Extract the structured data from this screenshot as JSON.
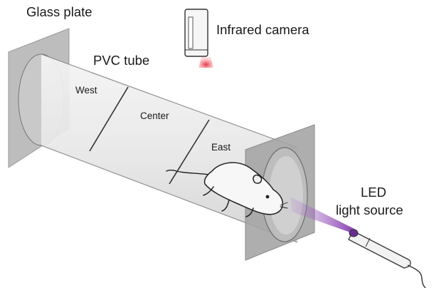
{
  "labels": {
    "glass_plate": "Glass plate",
    "infrared_camera": "Infrared camera",
    "pvc_tube": "PVC tube",
    "west": "West",
    "center": "Center",
    "east": "East",
    "led_line1": "LED",
    "led_line2": "light source"
  },
  "colors": {
    "tube_fill": "#e9e9e9",
    "plate_fill": "#a9a9a9",
    "outline": "#555555",
    "camera_led": "#d0283a",
    "light_beam": "#8a3fb0"
  },
  "icons": {
    "camera": "infrared-camera-icon",
    "mouse": "mouse-icon",
    "led": "led-pen-icon"
  }
}
